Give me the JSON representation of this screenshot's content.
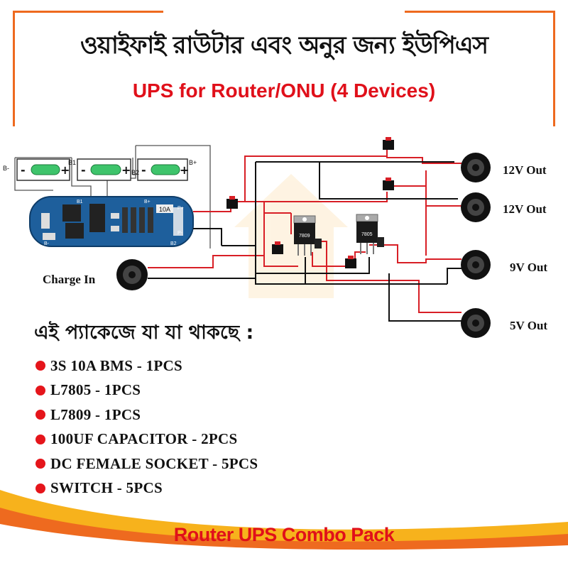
{
  "header": {
    "title_bn": "ওয়াইফাই রাউটার এবং অনুর জন্য ইউপিএস",
    "title_en": "UPS for Router/ONU (4 Devices)"
  },
  "diagram": {
    "battery_labels": [
      "B-",
      "B1",
      "B2",
      "B+"
    ],
    "battery_signs": [
      "-",
      "+"
    ],
    "bms_rating": "10A",
    "bms_terminals": [
      "P+",
      "P-",
      "B-",
      "B2",
      "B+",
      "B1"
    ],
    "regulators": [
      "7809",
      "7805"
    ],
    "input_label": "Charge In",
    "outputs": [
      "12V Out",
      "12V Out",
      "9V Out",
      "5V Out"
    ]
  },
  "package": {
    "heading": "এই প্যাকেজে যা যা থাকছে :",
    "items": [
      "3S 10A BMS - 1PCS",
      "L7805 - 1PCS",
      "L7809 - 1PCS",
      "100UF CAPACITOR - 2PCS",
      "DC FEMALE SOCKET - 5PCS",
      "SWITCH - 5PCS"
    ]
  },
  "footer": {
    "text": "Router UPS Combo Pack"
  },
  "colors": {
    "accent_orange": "#ee6a1f",
    "accent_yellow": "#f7b21c",
    "text_red": "#e0101a",
    "bullet_red": "#e5151b",
    "pcb_blue": "#1e5f9c",
    "battery_green": "#3ec46b",
    "wire_red": "#d81f26",
    "wire_black": "#111111"
  }
}
